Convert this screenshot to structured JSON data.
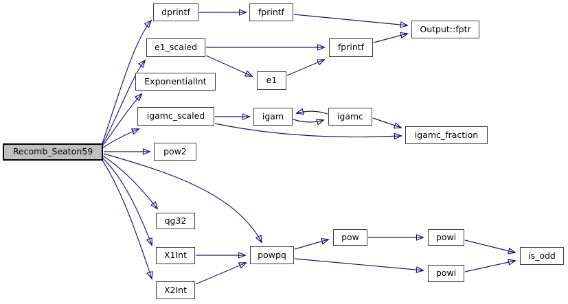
{
  "diagram": {
    "kind": "call-graph",
    "root": "Recomb_Seaton59",
    "colors": {
      "edge": "#191970",
      "node_border": "#3c3c3c",
      "node_fill": "#ffffff",
      "highlight_fill": "#c0c0c0",
      "highlight_border": "#000000",
      "text": "#000000",
      "background": "#ffffff"
    },
    "nodes": {
      "recomb": "Recomb_Seaton59",
      "dprintf": "dprintf",
      "fprintf_top": "fprintf",
      "output_fptr": "Output::fptr",
      "e1_scaled": "e1_scaled",
      "fprintf_mid": "fprintf",
      "exponential_int": "ExponentialInt",
      "e1": "e1",
      "igamc_scaled": "igamc_scaled",
      "igam": "igam",
      "igamc": "igamc",
      "igamc_fraction": "igamc_fraction",
      "pow2": "pow2",
      "qg32": "qg32",
      "x1int": "X1Int",
      "x2int": "X2Int",
      "powpq": "powpq",
      "pow": "pow",
      "powi_top": "powi",
      "powi_bottom": "powi",
      "is_odd": "is_odd"
    },
    "edges": [
      {
        "from": "Recomb_Seaton59",
        "to": "dprintf"
      },
      {
        "from": "Recomb_Seaton59",
        "to": "e1_scaled"
      },
      {
        "from": "Recomb_Seaton59",
        "to": "ExponentialInt"
      },
      {
        "from": "Recomb_Seaton59",
        "to": "igamc_scaled"
      },
      {
        "from": "Recomb_Seaton59",
        "to": "pow2"
      },
      {
        "from": "Recomb_Seaton59",
        "to": "qg32"
      },
      {
        "from": "Recomb_Seaton59",
        "to": "X1Int"
      },
      {
        "from": "Recomb_Seaton59",
        "to": "X2Int"
      },
      {
        "from": "Recomb_Seaton59",
        "to": "powpq"
      },
      {
        "from": "dprintf",
        "to": "fprintf(top)"
      },
      {
        "from": "fprintf(top)",
        "to": "Output::fptr"
      },
      {
        "from": "e1_scaled",
        "to": "fprintf(mid)"
      },
      {
        "from": "e1_scaled",
        "to": "e1"
      },
      {
        "from": "e1",
        "to": "fprintf(mid)"
      },
      {
        "from": "fprintf(mid)",
        "to": "Output::fptr"
      },
      {
        "from": "igamc_scaled",
        "to": "igam"
      },
      {
        "from": "igam",
        "to": "igamc"
      },
      {
        "from": "igamc",
        "to": "igam"
      },
      {
        "from": "igamc",
        "to": "igamc_fraction"
      },
      {
        "from": "igamc_scaled",
        "to": "igamc_fraction"
      },
      {
        "from": "X1Int",
        "to": "powpq"
      },
      {
        "from": "X2Int",
        "to": "powpq"
      },
      {
        "from": "powpq",
        "to": "pow"
      },
      {
        "from": "powpq",
        "to": "powi(bottom)"
      },
      {
        "from": "pow",
        "to": "powi(top)"
      },
      {
        "from": "powi(top)",
        "to": "is_odd"
      },
      {
        "from": "powi(bottom)",
        "to": "is_odd"
      }
    ]
  }
}
